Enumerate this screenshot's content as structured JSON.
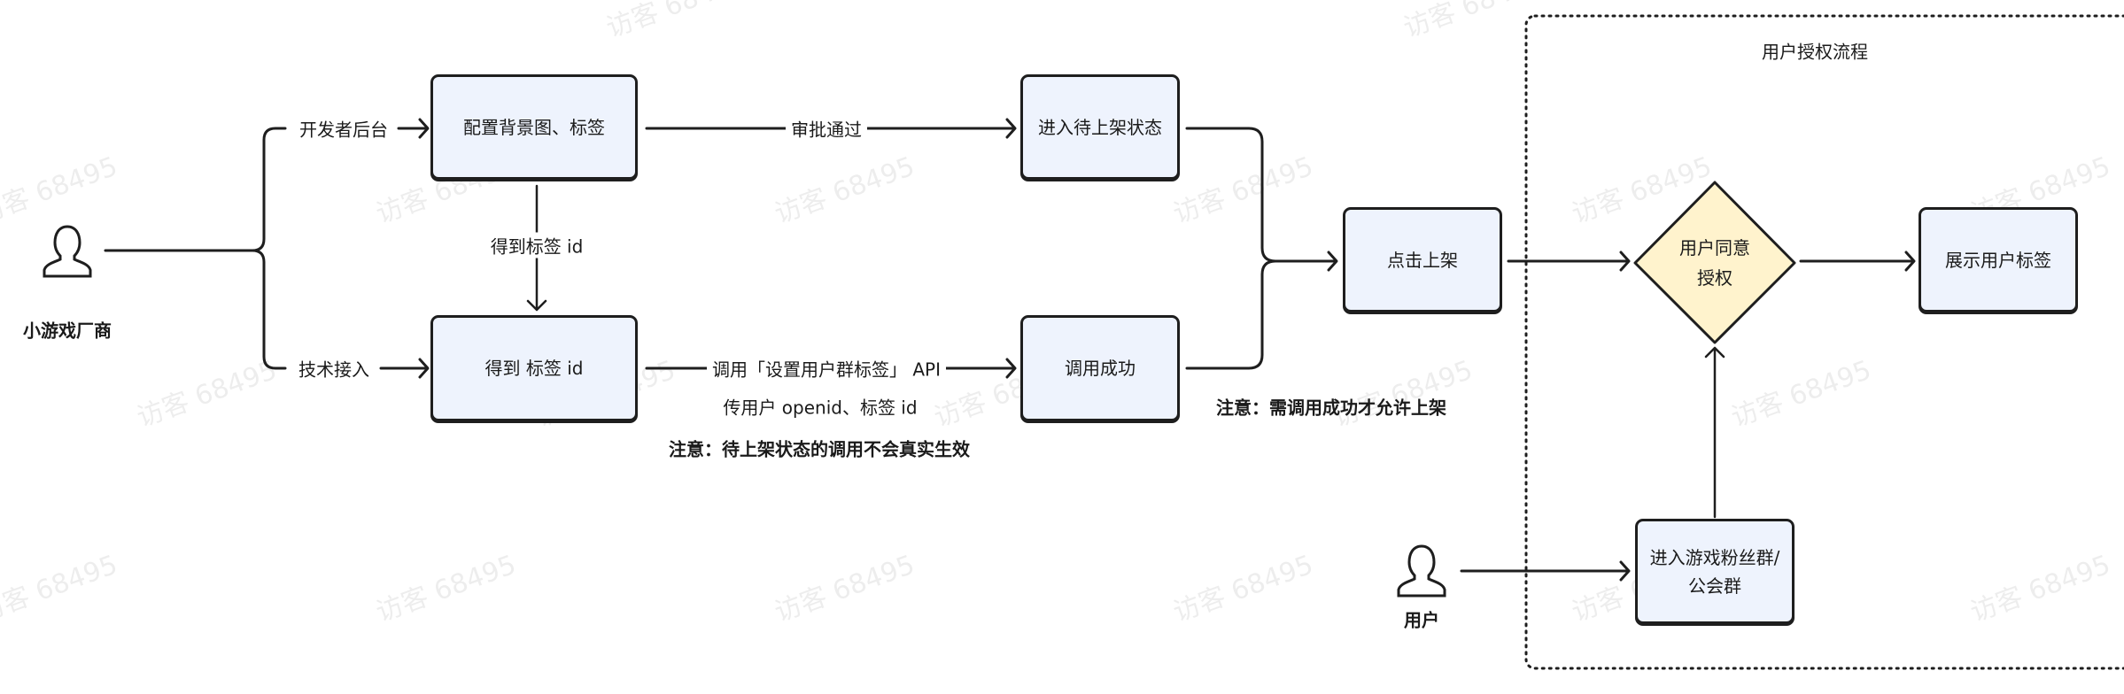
{
  "actors": {
    "vendor": "小游戏厂商",
    "user": "用户"
  },
  "branches": {
    "dev_console": "开发者后台",
    "tech_integration": "技术接入"
  },
  "boxes": {
    "config_bg_tags": "配置背景图、标签",
    "get_tag_id": "得到 标签 id",
    "pending_listing": "进入待上架状态",
    "call_success": "调用成功",
    "click_list": "点击上架",
    "show_user_tags": "展示用户标签",
    "enter_group_line1": "进入游戏粉丝群/",
    "enter_group_line2": "公会群"
  },
  "decision": {
    "line1": "用户同意",
    "line2": "授权"
  },
  "edges": {
    "approved": "审批通过",
    "get_tag_id": "得到标签 id",
    "call_api": "调用「设置用户群标签」 API",
    "pass_params": "传用户 openid、标签 id"
  },
  "notes": {
    "pending_note": "注意：待上架状态的调用不会真实生效",
    "success_note": "注意：需调用成功才允许上架"
  },
  "group": {
    "title": "用户授权流程"
  },
  "watermark": "访客 68495",
  "colors": {
    "box_fill": "#eef3fd",
    "decision_fill": "#fff3cd",
    "stroke": "#1e1e1e"
  }
}
